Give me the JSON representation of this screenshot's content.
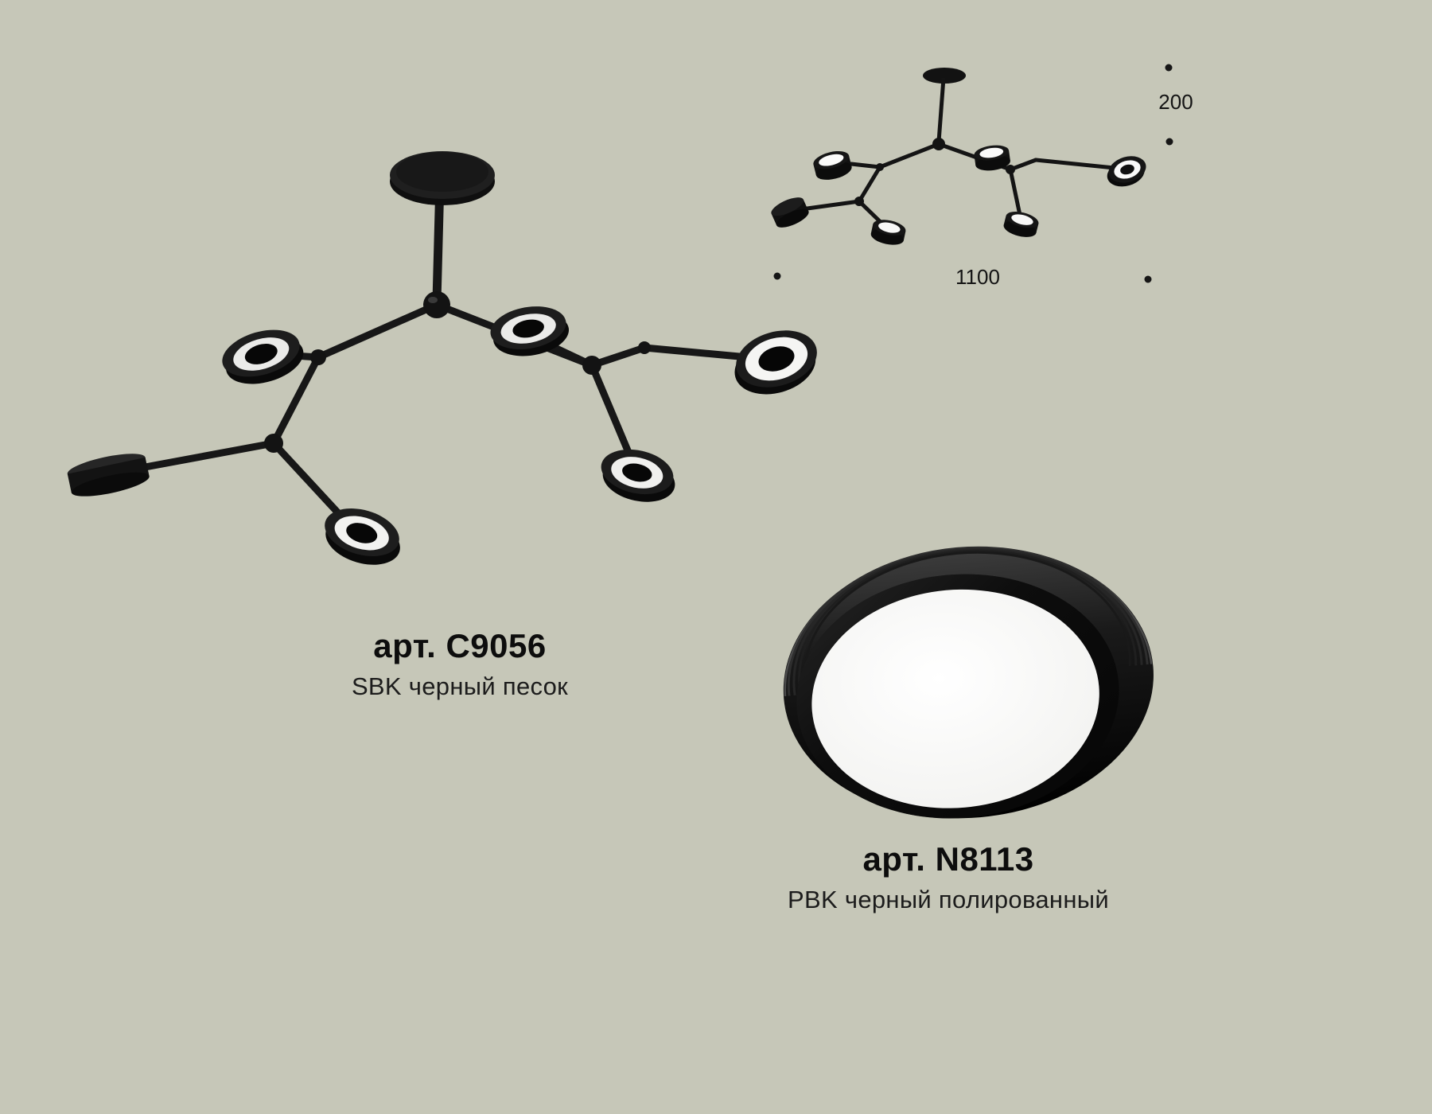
{
  "main_product": {
    "article": "арт. C9056",
    "finish": "SBK черный песок"
  },
  "accessory_product": {
    "article": "арт. N8113",
    "finish": "PBK черный полированный"
  },
  "dimension_diagram": {
    "height_label": "200",
    "width_label": "1100"
  },
  "colors": {
    "background": "#c6c7b8",
    "fixture_black": "#141414",
    "diffuser_white": "#f5f5f3",
    "text": "#0d0d0d"
  }
}
